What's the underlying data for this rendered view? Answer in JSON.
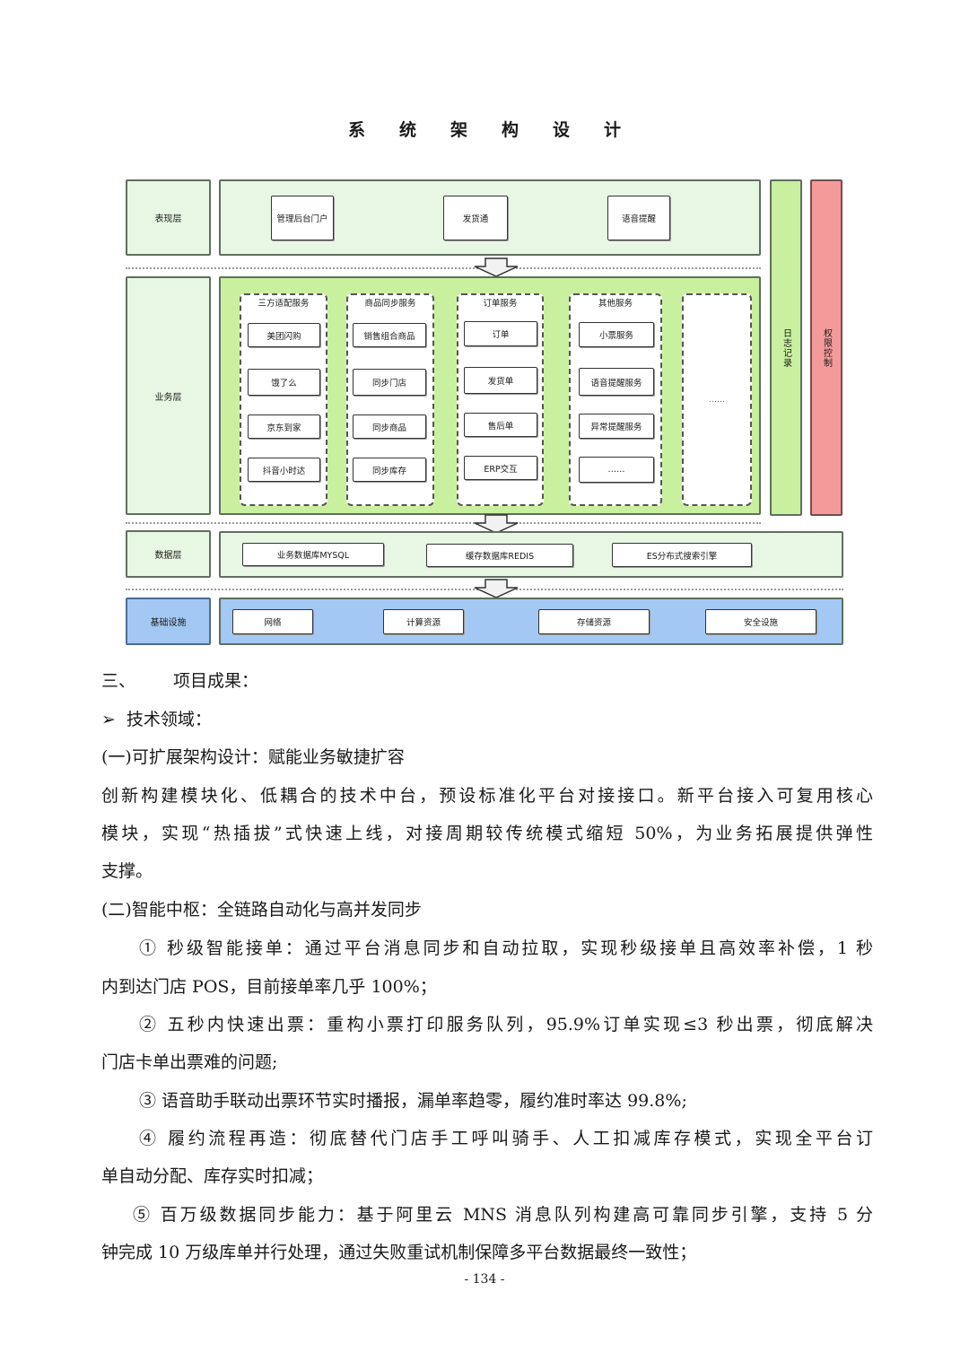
{
  "diagram": {
    "title": "系统架构设计",
    "layers": {
      "presentation": {
        "label": "表现层",
        "items": [
          "管理后台门户",
          "发货通",
          "语音提醒"
        ]
      },
      "business": {
        "label": "业务层",
        "groups": [
          {
            "title": "三方适配服务",
            "items": [
              "美团闪购",
              "饿了么",
              "京东到家",
              "抖音小时达"
            ]
          },
          {
            "title": "商品同步服务",
            "items": [
              "销售组合商品",
              "同步门店",
              "同步商品",
              "同步库存"
            ]
          },
          {
            "title": "订单服务",
            "items": [
              "订单",
              "发货单",
              "售后单",
              "ERP交互"
            ]
          },
          {
            "title": "其他服务",
            "items": [
              "小票服务",
              "语音提醒服务",
              "异常提醒服务",
              "……"
            ]
          }
        ],
        "extra": "……"
      },
      "data": {
        "label": "数据层",
        "items": [
          "业务数据库MYSQL",
          "缓存数据库REDIS",
          "ES分布式搜索引擎"
        ]
      },
      "infrastructure": {
        "label": "基础设施",
        "items": [
          "网络",
          "计算资源",
          "存储资源",
          "安全设施"
        ]
      }
    },
    "side": {
      "log": "日志记录",
      "auth": "权限控制"
    },
    "colors": {
      "layer_bg": "#e8f7e4",
      "business_bg": "#c9f09e",
      "infra_bg": "#a3c8f3",
      "auth_bg": "#f59a9a"
    }
  },
  "text": {
    "section": "三、",
    "section_title": "项目成果：",
    "bullet_mark": "➢",
    "bullet": "技术领域：",
    "h1": "(一)可扩展架构设计：赋能业务敏捷扩容",
    "p1": [
      "创新构建模块化、低耦合的技术中台，预设标准化平台对接接口。新平台接入可复用核心",
      "模块，实现“热插拔”式快速上线，对接周期较传统模式缩短 50%，为业务拓展提供弹性",
      "支撑。"
    ],
    "h2": "(二)智能中枢：全链路自动化与高并发同步",
    "items": [
      [
        "① 秒级智能接单：通过平台消息同步和自动拉取，实现秒级接单且高效率补偿，1 秒",
        "内到达门店 POS，目前接单率几乎 100%；"
      ],
      [
        "② 五秒内快速出票：重构小票打印服务队列，95.9%订单实现≤3 秒出票，彻底解决",
        "门店卡单出票难的问题;"
      ],
      [
        "③ 语音助手联动出票环节实时播报，漏单率趋零，履约准时率达 99.8%;"
      ],
      [
        "④ 履约流程再造：彻底替代门店手工呼叫骑手、人工扣减库存模式，实现全平台订",
        "单自动分配、库存实时扣减；"
      ],
      [
        "⑤ 百万级数据同步能力：基于阿里云 MNS 消息队列构建高可靠同步引擎，支持 5 分",
        "钟完成 10 万级库单并行处理，通过失败重试机制保障多平台数据最终一致性；"
      ]
    ],
    "page": "- 134 -"
  }
}
